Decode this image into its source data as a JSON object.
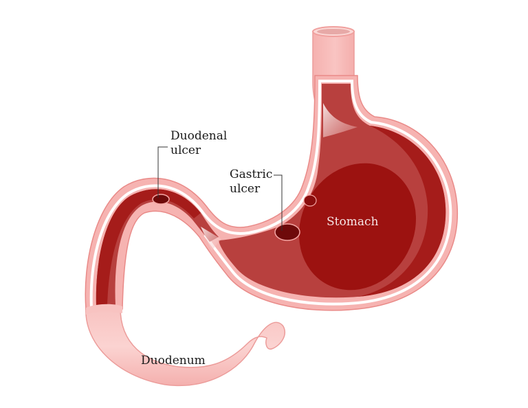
{
  "diagram": {
    "type": "anatomical-illustration",
    "subject": "stomach-and-duodenum-ulcers",
    "labels": {
      "duodenal_ulcer": {
        "line1": "Duodenal",
        "line2": "ulcer"
      },
      "gastric_ulcer": {
        "line1": "Gastric",
        "line2": "ulcer"
      },
      "stomach": "Stomach",
      "duodenum": "Duodenum"
    },
    "colors": {
      "background": "#ffffff",
      "outer_wall": "#f6b3b1",
      "outer_wall_edge": "#e98a88",
      "lining_gap": "#ffffff",
      "mucosa": "#b8403e",
      "mucosa_dark": "#a51c1a",
      "rugae_fold": "#9c1210",
      "ulcer": "#6e0a0a",
      "ulcer_rim": "#f4a6a4",
      "leader_line": "#333333",
      "label_text": "#1a1a1a",
      "stomach_label_text": "#f6e6e6"
    }
  }
}
